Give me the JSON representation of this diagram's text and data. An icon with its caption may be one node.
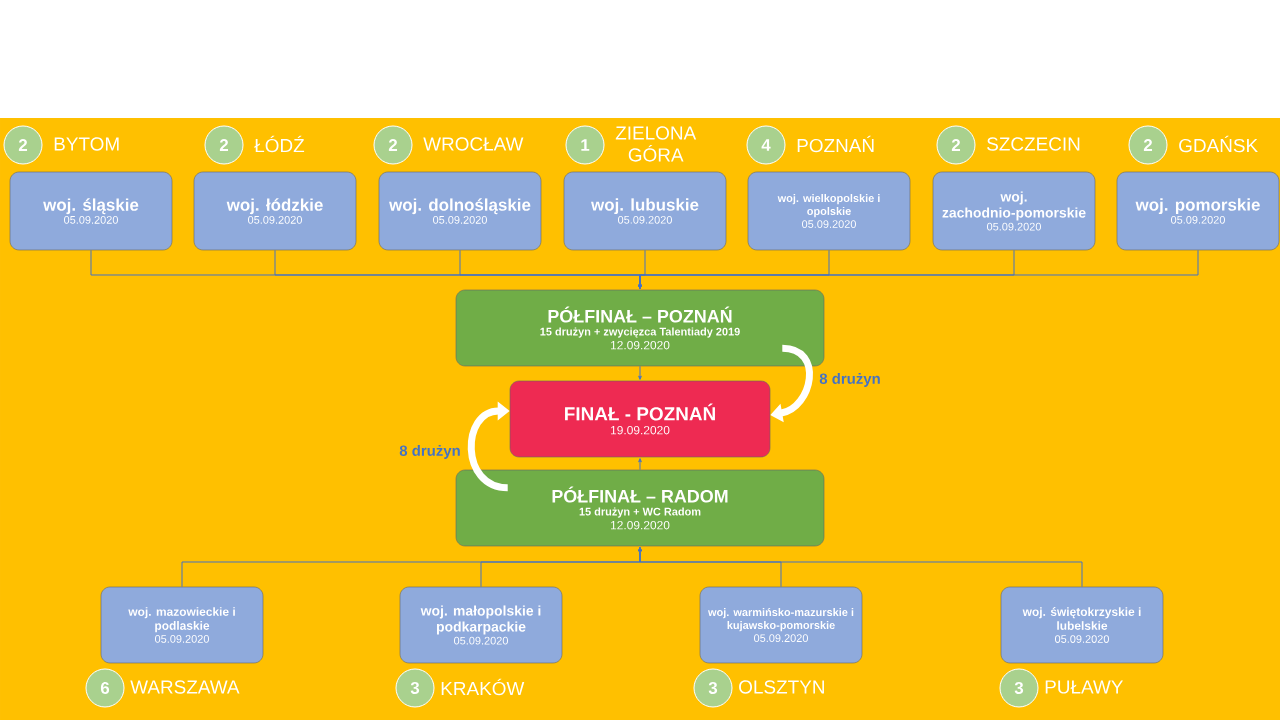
{
  "diagram": {
    "nodes": [
      {
        "text": [
          "2"
        ],
        "beside": [
          "BYTOM"
        ]
      },
      {
        "text": [
          "2"
        ],
        "beside": [
          "ŁÓDŹ"
        ]
      },
      {
        "text": [
          "2"
        ],
        "beside": [
          "WROCŁAW"
        ]
      },
      {
        "text": [
          "1"
        ],
        "beside": [
          "ZIELONA GÓRA"
        ]
      },
      {
        "text": [
          "4"
        ],
        "beside": [
          "POZNAŃ"
        ]
      },
      {
        "text": [
          "2"
        ],
        "beside": [
          "SZCZECIN"
        ]
      },
      {
        "text": [
          "2"
        ],
        "beside": [
          "GDAŃSK"
        ]
      },
      {
        "text": [
          "woj. śląskie",
          "05.09.2020"
        ]
      },
      {
        "text": [
          "woj. łódzkie",
          "05.09.2020"
        ]
      },
      {
        "text": [
          "woj. dolnośląskie",
          "05.09.2020"
        ]
      },
      {
        "text": [
          "woj. lubuskie",
          "05.09.2020"
        ]
      },
      {
        "text": [
          "woj. wielkopolskie i opolskie",
          "05.09.2020"
        ]
      },
      {
        "text": [
          "woj. zachodnio-pomorskie",
          "05.09.2020"
        ]
      },
      {
        "text": [
          "woj. pomorskie",
          "05.09.2020"
        ]
      },
      {
        "text": [
          "PÓŁFINAŁ – POZNAŃ",
          "15 drużyn + zwycięzca Talentiady 2019",
          "12.09.2020"
        ]
      },
      {
        "text": [
          "FINAŁ - POZNAŃ",
          "19.09.2020"
        ]
      },
      {
        "text": [
          "PÓŁFINAŁ – RADOM",
          "15 drużyn + WC Radom",
          "12.09.2020"
        ]
      },
      {
        "text": [
          "woj. mazowieckie i podlaskie",
          "05.09.2020"
        ]
      },
      {
        "text": [
          "woj. małopolskie i podkarpackie",
          "05.09.2020"
        ]
      },
      {
        "text": [
          "woj. warmińsko-mazurskie i kujawsko-pomorskie",
          "05.09.2020"
        ]
      },
      {
        "text": [
          "woj. świętokrzyskie i lubelskie",
          "05.09.2020"
        ]
      },
      {
        "text": [
          "6"
        ],
        "beside": [
          "WARSZAWA"
        ]
      },
      {
        "text": [
          "3"
        ],
        "beside": [
          "KRAKÓW"
        ]
      },
      {
        "text": [
          "3"
        ],
        "beside": [
          "OLSZTYN"
        ]
      },
      {
        "text": [
          "3"
        ],
        "beside": [
          "PUŁAWY"
        ]
      }
    ],
    "edges": [
      {
        "from": 7,
        "to": 14,
        "arrow": "to"
      },
      {
        "from": 8,
        "to": 14,
        "arrow": "to"
      },
      {
        "from": 9,
        "to": 14,
        "arrow": "to"
      },
      {
        "from": 10,
        "to": 14,
        "arrow": "to"
      },
      {
        "from": 11,
        "to": 14,
        "arrow": "to"
      },
      {
        "from": 12,
        "to": 14,
        "arrow": "to"
      },
      {
        "from": 13,
        "to": 14,
        "arrow": "to"
      },
      {
        "from": 14,
        "to": 15,
        "arrow": "to"
      },
      {
        "from": 16,
        "to": 15,
        "arrow": "to"
      },
      {
        "from": 17,
        "to": 16,
        "arrow": "to"
      },
      {
        "from": 18,
        "to": 16,
        "arrow": "to"
      },
      {
        "from": 19,
        "to": 16,
        "arrow": "to"
      },
      {
        "from": 20,
        "to": 16,
        "arrow": "to"
      },
      {
        "from": 14,
        "to": 15,
        "arrow": "to",
        "label": "8 drużyn",
        "style": "thick",
        "color": "#ffffff"
      },
      {
        "from": 16,
        "to": 15,
        "arrow": "to",
        "label": "8 drużyn",
        "style": "thick",
        "color": "#ffffff"
      }
    ]
  }
}
